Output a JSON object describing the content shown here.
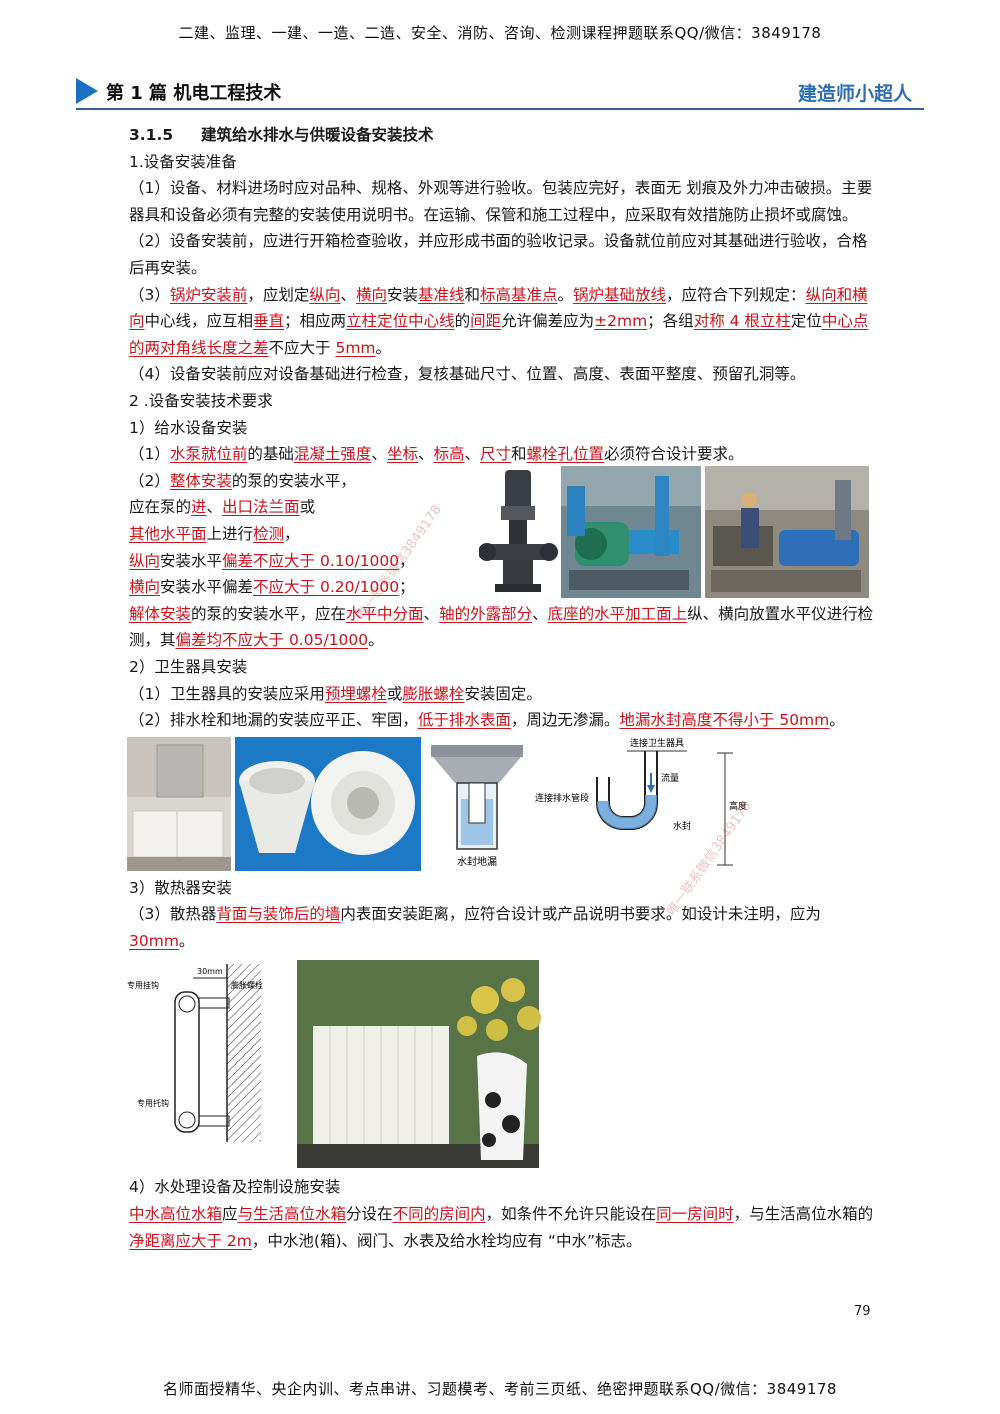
{
  "header": {
    "banner": "二建、监理、一建、一造、二造、安全、消防、咨询、检测课程押题联系QQ/微信：3849178",
    "chapter": "第 1 篇  机电工程技术",
    "brand": "建造师小超人"
  },
  "section": {
    "number": "3.1.5",
    "title": "建筑给水排水与供暖设备安装技术"
  },
  "sub1": {
    "title": "1.设备安装准备"
  },
  "p1": "（1）设备、材料进场时应对品种、规格、外观等进行验收。包装应完好，表面无 划痕及外力冲击破损。主要器具和设备必须有完整的安装使用说明书。在运输、保管和施工过程中，应采取有效措施防止损坏或腐蚀。",
  "p2": "（2）设备安装前，应进行开箱检查验收，并应形成书面的验收记录。设备就位前应对其基础进行验收，合格后再安装。",
  "p3": {
    "a": "（3）",
    "b": "锅炉安装前",
    "c": "，应划定",
    "d": "纵向",
    "e": "、",
    "f": "横向",
    "g": "安装",
    "h": "基准线",
    "i": "和",
    "j": "标高基准点",
    "k": "。",
    "l": "锅炉基础放线",
    "m": "，应符合下列规定：",
    "n": "纵向和横向",
    "o": "中心线，应互相",
    "p": "垂直",
    "q": "；相应两",
    "r": "立柱定位中心线",
    "s": "的",
    "t": "间距",
    "u": "允许偏差应为",
    "v": "±2mm",
    "w": "；各组",
    "x": "对称 4 根立柱",
    "y": "定位",
    "z": "中心点的两对角线长度之差",
    "aa": "不应大于 ",
    "ab": "5mm",
    "ac": "。"
  },
  "p4": "（4）设备安装前应对设备基础进行检查，复核基础尺寸、位置、高度、表面平整度、预留孔洞等。",
  "sub2": {
    "title": "2 .设备安装技术要求"
  },
  "sub2_1": "1）给水设备安装",
  "q1": {
    "a": "（1）",
    "b": "水泵就位前",
    "c": "的基础",
    "d": "混凝土强度",
    "e": "、",
    "f": "坐标",
    "g": "、",
    "h": "标高",
    "i": "、",
    "j": "尺寸",
    "k": "和",
    "l": "螺栓孔位置",
    "m": "必须符合设计要求。"
  },
  "q2": {
    "l1a": "（2）",
    "l1b": "整体安装",
    "l1c": "的泵的安装水平，",
    "l2a": "应在泵的",
    "l2b": "进",
    "l2c": "、",
    "l2d": "出口法兰面",
    "l2e": "或",
    "l3a": "其他水平面",
    "l3b": "上进行",
    "l3c": "检测",
    "l3d": "，",
    "l4a": "纵向",
    "l4b": "安装水平",
    "l4c": "偏差不应大于 0.10/1000",
    "l4d": "，",
    "l5a": "横向",
    "l5b": "安装水平偏差",
    "l5c": "不应大于 0.20/1000",
    "l5d": "；",
    "l6a": "解体安装",
    "l6b": "的泵的安装水平，应在",
    "l6c": "水平中分面",
    "l6d": "、",
    "l6e": "轴的外露部分",
    "l6f": "、",
    "l6g": "底座的水平加工面上",
    "l6h": "纵、横向放置水平仪进行检测，其",
    "l6i": "偏差均不应大于 0.05/1000",
    "l6j": "。"
  },
  "sub2_2": "2）卫生器具安装",
  "r1": {
    "a": "（1）卫生器具的安装应采用",
    "b": "预埋螺栓",
    "c": "或",
    "d": "膨胀螺栓",
    "e": "安装固定。"
  },
  "r2": {
    "a": "（2）排水栓和地漏的安装应平正、牢固，",
    "b": "低于排水表面",
    "c": "，周边无渗漏。",
    "d": "地漏水封高度不得小于 50mm",
    "e": "。"
  },
  "fig_drain": {
    "caption": "水封地漏",
    "trap_top": "连接卫生器具",
    "trap_left": "连接排水管段",
    "flow": "流量",
    "seal": "水封",
    "height": "高度"
  },
  "sub2_3": "3）散热器安装",
  "s1": {
    "a": "（3）散热器",
    "b": "背面与装饰后的墙",
    "c": "内表面安装距离，应符合设计或产品说明书要求。如设计未注明，应为 ",
    "d": "30mm",
    "e": "。"
  },
  "fig_radiator": {
    "dim": "30mm",
    "hook": "专用挂钩",
    "bolt": "膨胀螺栓",
    "support": "专用托钩"
  },
  "sub2_4": "4）水处理设备及控制设施安装",
  "t1": {
    "a": "中水高位水箱",
    "b": "应",
    "c": "与生活高位水箱",
    "d": "分设在",
    "e": "不同的房间内",
    "f": "，如条件不允许只能设在",
    "g": "同一房间时",
    "h": "，与生活高位水箱的",
    "i": "净距离应大于 2m",
    "j": "，中水池(箱)、阀门、水表及给水栓均应有 “中水”标志。"
  },
  "page_number": "79",
  "footer": {
    "banner": "名师面授精华、央企内训、考点串讲、习题模考、考前三页纸、绝密押题联系QQ/微信：3849178"
  },
  "watermark": {
    "text": "唯一联系微信3849178"
  },
  "colors": {
    "accent": "#c8141c",
    "brand": "#2f6fb0",
    "arrow": "#1d6fc4"
  }
}
